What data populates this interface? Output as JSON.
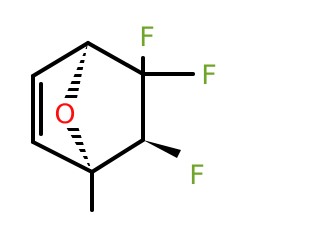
{
  "molecule": {
    "atoms": {
      "fluorine_1": {
        "symbol": "F",
        "color": "#6fa52a"
      },
      "fluorine_2": {
        "symbol": "F",
        "color": "#6fa52a"
      },
      "fluorine_3": {
        "symbol": "F",
        "color": "#6fa52a"
      },
      "oxygen_bridge": {
        "symbol": "O",
        "color": "#ff0d0d"
      }
    },
    "bond_color": "#000000"
  }
}
